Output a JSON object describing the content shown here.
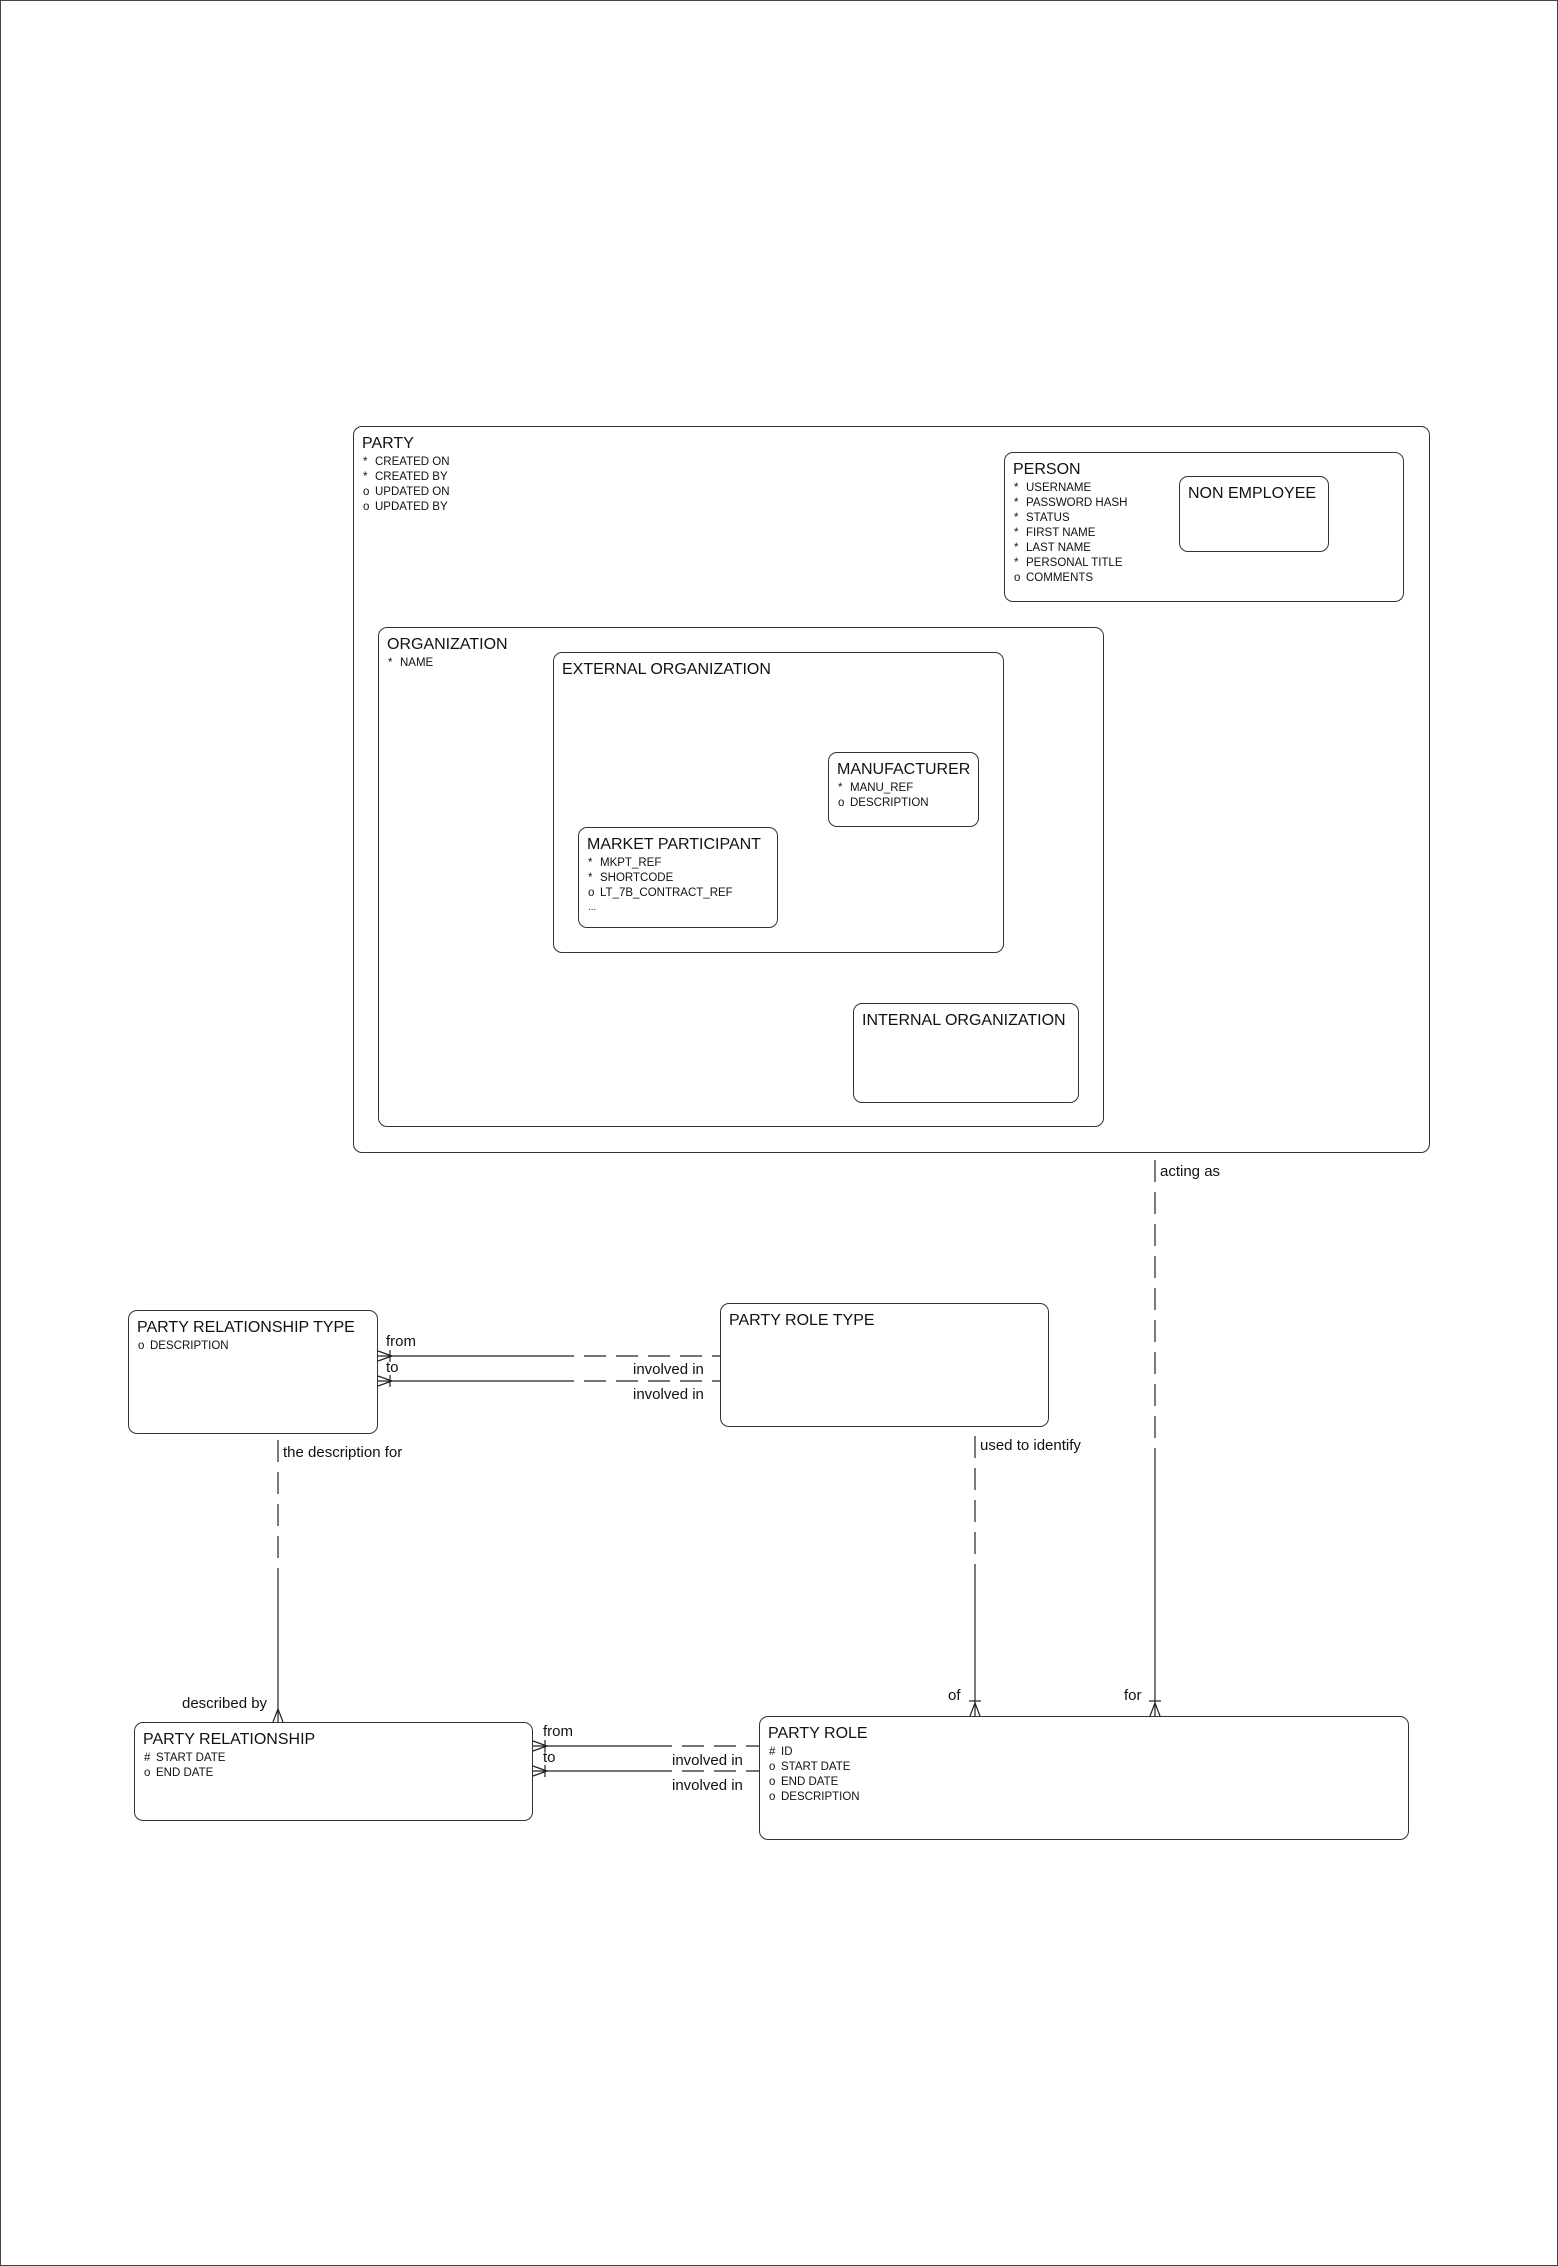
{
  "entities": {
    "party": {
      "title": "PARTY",
      "attributes": [
        {
          "mark": "*",
          "name": "CREATED ON"
        },
        {
          "mark": "*",
          "name": "CREATED BY"
        },
        {
          "mark": "o",
          "name": "UPDATED ON"
        },
        {
          "mark": "o",
          "name": "UPDATED BY"
        }
      ]
    },
    "person": {
      "title": "PERSON",
      "attributes": [
        {
          "mark": "*",
          "name": "USERNAME"
        },
        {
          "mark": "*",
          "name": "PASSWORD HASH"
        },
        {
          "mark": "*",
          "name": "STATUS"
        },
        {
          "mark": "*",
          "name": "FIRST NAME"
        },
        {
          "mark": "*",
          "name": "LAST NAME"
        },
        {
          "mark": "*",
          "name": "PERSONAL TITLE"
        },
        {
          "mark": "o",
          "name": "COMMENTS"
        }
      ]
    },
    "non_employee": {
      "title": "NON EMPLOYEE"
    },
    "organization": {
      "title": "ORGANIZATION",
      "attributes": [
        {
          "mark": "*",
          "name": "NAME"
        }
      ]
    },
    "external_organization": {
      "title": "EXTERNAL ORGANIZATION"
    },
    "manufacturer": {
      "title": "MANUFACTURER",
      "attributes": [
        {
          "mark": "*",
          "name": "MANU_REF"
        },
        {
          "mark": "o",
          "name": "DESCRIPTION"
        }
      ]
    },
    "market_participant": {
      "title": "MARKET PARTICIPANT",
      "attributes": [
        {
          "mark": "*",
          "name": "MKPT_REF"
        },
        {
          "mark": "*",
          "name": "SHORTCODE"
        },
        {
          "mark": "o",
          "name": "LT_7B_CONTRACT_REF"
        }
      ],
      "more": "..."
    },
    "internal_organization": {
      "title": "INTERNAL ORGANIZATION"
    },
    "party_relationship_type": {
      "title": "PARTY RELATIONSHIP TYPE",
      "attributes": [
        {
          "mark": "o",
          "name": "DESCRIPTION"
        }
      ]
    },
    "party_role_type": {
      "title": "PARTY ROLE TYPE"
    },
    "party_relationship": {
      "title": "PARTY RELATIONSHIP",
      "attributes": [
        {
          "mark": "#",
          "name": "START DATE"
        },
        {
          "mark": "o",
          "name": "END DATE"
        }
      ]
    },
    "party_role": {
      "title": "PARTY ROLE",
      "attributes": [
        {
          "mark": "#",
          "name": "ID"
        },
        {
          "mark": "o",
          "name": "START DATE"
        },
        {
          "mark": "o",
          "name": "END DATE"
        },
        {
          "mark": "o",
          "name": "DESCRIPTION"
        }
      ]
    }
  },
  "relationship_labels": {
    "acting_as": "acting as",
    "prt_from": "from",
    "prt_to": "to",
    "roletype_involved_1": "involved in",
    "roletype_involved_2": "involved in",
    "description_for": "the description for",
    "used_to_identify": "used to identify",
    "described_by": "described by",
    "of": "of",
    "for": "for",
    "pr_from": "from",
    "pr_to": "to",
    "role_involved_1": "involved in",
    "role_involved_2": "involved in"
  }
}
